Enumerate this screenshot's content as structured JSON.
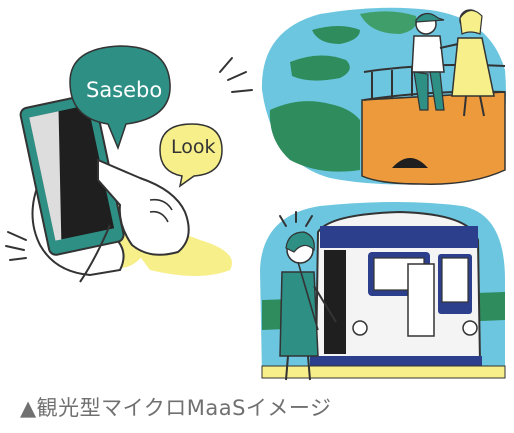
{
  "illustration": {
    "bubbles": {
      "sasebo": "Sasebo",
      "look": "Look"
    }
  },
  "caption": {
    "text": "▲観光型マイクロMaaSイメージ"
  },
  "colors": {
    "teal": "#2e8f85",
    "yellow": "#f7ef8a",
    "orange": "#ec9a3b",
    "navy": "#2c3f8c",
    "sky": "#6cc6df",
    "forest": "#2f8c5c",
    "line": "#333333"
  }
}
